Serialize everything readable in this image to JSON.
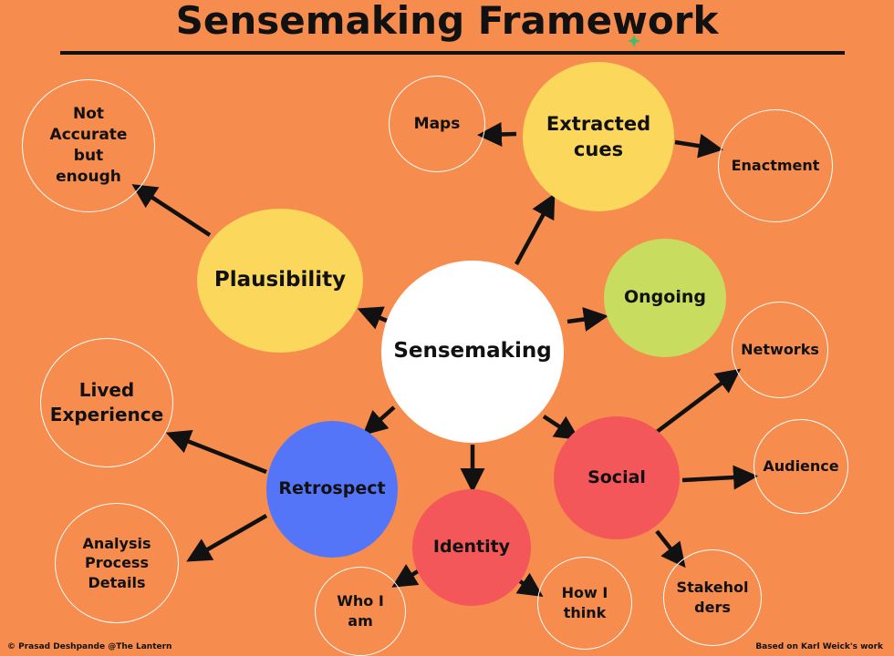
{
  "title": "Sensemaking Framework",
  "nodes": {
    "center": "Sensemaking",
    "plausibility": "Plausibility",
    "not_accurate": "Not\nAccurate\nbut\nenough",
    "extracted_cues": "Extracted\ncues",
    "maps": "Maps",
    "enactment": "Enactment",
    "ongoing": "Ongoing",
    "social": "Social",
    "networks": "Networks",
    "audience": "Audience",
    "stakeholders": "Stakehol\nders",
    "identity": "Identity",
    "who_i_am": "Who I\nam",
    "how_i_think": "How I\nthink",
    "retrospect": "Retrospect",
    "lived_experience": "Lived\nExperience",
    "analysis": "Analysis\nProcess\nDetails"
  },
  "colors": {
    "background": "#f68c4d",
    "yellow": "#fbd75b",
    "green": "#c8dc5f",
    "red": "#f3575a",
    "blue": "#5475f7",
    "white": "#ffffff"
  },
  "footer": {
    "left": "© Prasad Deshpande @The Lantern",
    "right": "Based on Karl Weick's work"
  }
}
